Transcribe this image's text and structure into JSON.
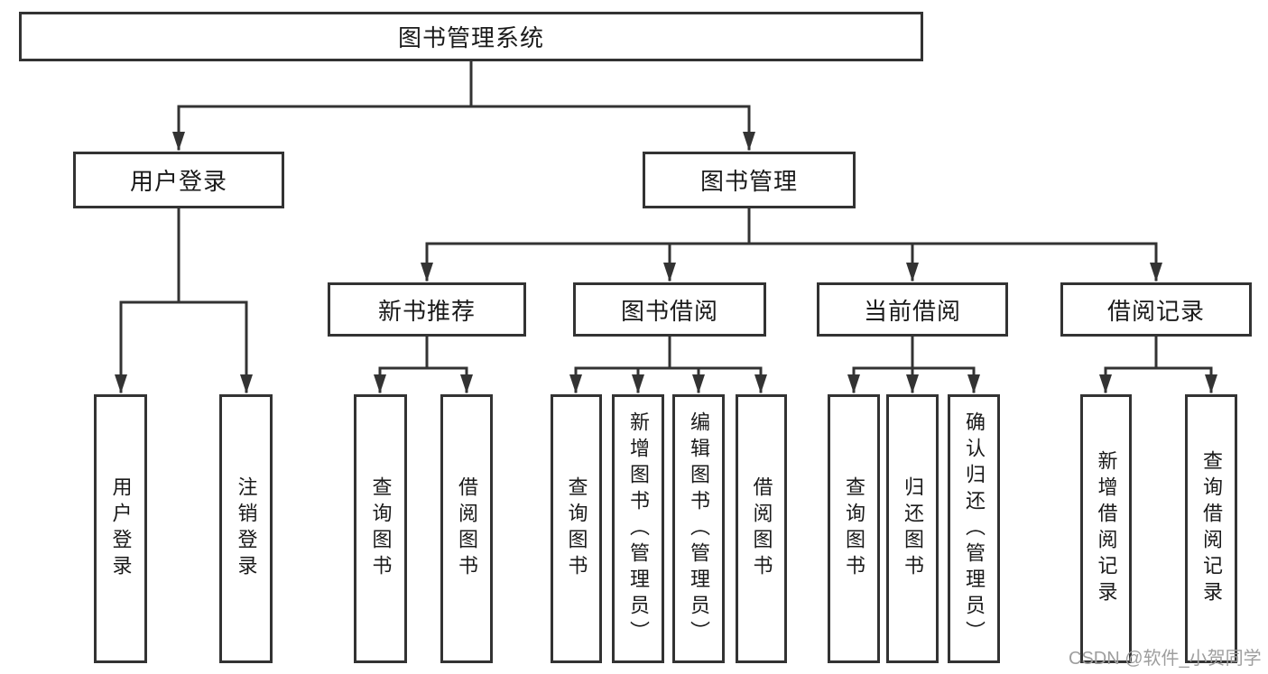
{
  "tree": {
    "label": "图书管理系统",
    "children": [
      {
        "label": "用户登录",
        "children": [
          {
            "label": "用户登录"
          },
          {
            "label": "注销登录"
          }
        ]
      },
      {
        "label": "图书管理",
        "children": [
          {
            "label": "新书推荐",
            "children": [
              {
                "label": "查询图书"
              },
              {
                "label": "借阅图书"
              }
            ]
          },
          {
            "label": "图书借阅",
            "children": [
              {
                "label": "查询图书"
              },
              {
                "label": "新增图书（管理员）"
              },
              {
                "label": "编辑图书（管理员）"
              },
              {
                "label": "借阅图书"
              }
            ]
          },
          {
            "label": "当前借阅",
            "children": [
              {
                "label": "查询图书"
              },
              {
                "label": "归还图书"
              },
              {
                "label": "确认归还（管理员）"
              }
            ]
          },
          {
            "label": "借阅记录",
            "children": [
              {
                "label": "新增借阅记录"
              },
              {
                "label": "查询借阅记录"
              }
            ]
          }
        ]
      }
    ]
  },
  "watermark": "CSDN @软件_小贺同学",
  "colors": {
    "line": "#333333",
    "box_border": "#333333",
    "text": "#1a1a1a",
    "watermark": "#9e9e9e",
    "background": "#ffffff"
  }
}
